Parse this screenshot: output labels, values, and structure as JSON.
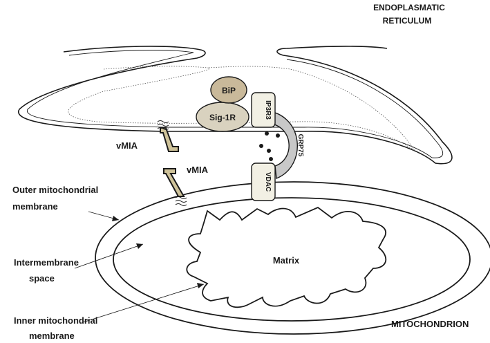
{
  "labels": {
    "er_line1": "ENDOPLASMATIC",
    "er_line2": "RETICULUM",
    "mito": "MITOCHONDRION",
    "matrix": "Matrix",
    "vmia_upper": "vMIA",
    "vmia_lower": "vMIA",
    "outer_line1": "Outer  mitochondrial",
    "outer_line2": "membrane",
    "intermembrane_line1": "Intermembrane",
    "intermembrane_line2": "space",
    "inner_line1": "Inner  mitochondrial",
    "inner_line2": "membrane"
  },
  "proteins": {
    "bip": "BiP",
    "sig1r": "Sig-1R",
    "ip3r3": "IP3R3",
    "grp75": "GRP75",
    "vdac": "VDAC"
  },
  "colors": {
    "bip_fill": "#c9b99a",
    "sig1r_fill": "#d9d2bf",
    "channel_fill": "#f2f0e4",
    "grp75_fill": "#c8c8c8",
    "vmia_fill": "#cfc39a",
    "outline": "#1a1a1a"
  }
}
